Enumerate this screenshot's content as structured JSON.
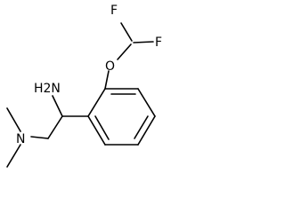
{
  "molecule": {
    "atoms": {
      "f1": "F",
      "f2": "F",
      "o": "O",
      "nh2": "H2N",
      "n": "N"
    },
    "colors": {
      "bond": "#000000",
      "text": "#000000",
      "background": "#ffffff"
    }
  }
}
